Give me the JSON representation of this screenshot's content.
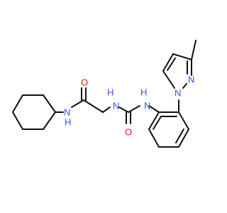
{
  "structure": {
    "colors": {
      "bond": "#111111",
      "nitrogen": "#3050F8",
      "oxygen": "#FF0D0D",
      "background": "#FFFFFF"
    },
    "labels": {
      "nh_left": "N",
      "nh_left_h": "H",
      "carbonyl_top_o": "O",
      "nh_middle": "N",
      "nh_middle_h": "H",
      "carbonyl_bottom_o": "O",
      "nh_right": "N",
      "nh_right_h": "H",
      "pyrazole_n1": "N",
      "pyrazole_n2": "N"
    }
  }
}
